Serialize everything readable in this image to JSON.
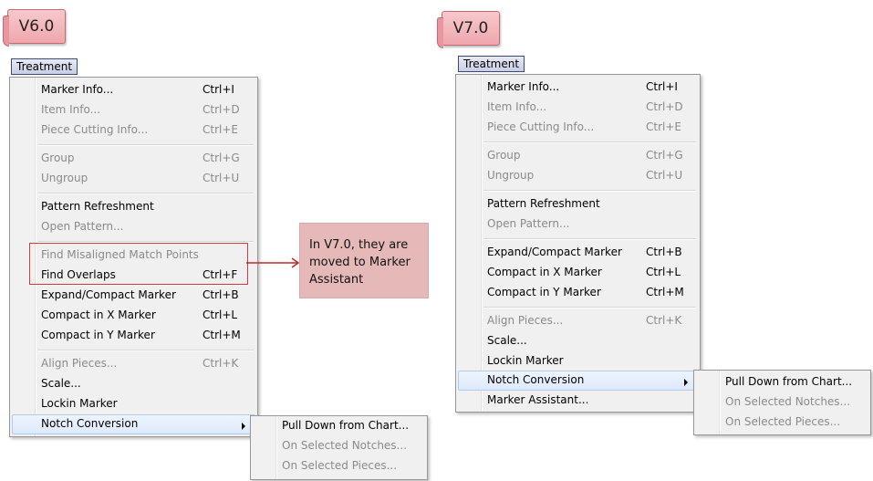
{
  "v6": {
    "tag": "V6.0",
    "menubar": "Treatment",
    "items": [
      {
        "label": "Marker Info...",
        "sc": "Ctrl+I",
        "dis": false
      },
      {
        "label": "Item Info...",
        "sc": "Ctrl+D",
        "dis": true
      },
      {
        "label": "Piece Cutting Info...",
        "sc": "Ctrl+E",
        "dis": true
      },
      {
        "label": "Group",
        "sc": "Ctrl+G",
        "dis": true
      },
      {
        "label": "Ungroup",
        "sc": "Ctrl+U",
        "dis": true
      },
      {
        "label": "Pattern Refreshment",
        "sc": "",
        "dis": false
      },
      {
        "label": "Open Pattern...",
        "sc": "",
        "dis": true
      },
      {
        "label": "Find Misaligned Match Points",
        "sc": "",
        "dis": true
      },
      {
        "label": "Find Overlaps",
        "sc": "Ctrl+F",
        "dis": false
      },
      {
        "label": "Expand/Compact Marker",
        "sc": "Ctrl+B",
        "dis": false
      },
      {
        "label": "Compact in X Marker",
        "sc": "Ctrl+L",
        "dis": false
      },
      {
        "label": "Compact in Y Marker",
        "sc": "Ctrl+M",
        "dis": false
      },
      {
        "label": "Align Pieces...",
        "sc": "Ctrl+K",
        "dis": true
      },
      {
        "label": "Scale...",
        "sc": "",
        "dis": false
      },
      {
        "label": "Lockin Marker",
        "sc": "",
        "dis": false
      },
      {
        "label": "Notch Conversion",
        "sc": "",
        "dis": false
      }
    ],
    "submenu": [
      {
        "label": "Pull Down from Chart...",
        "dis": false
      },
      {
        "label": "On Selected Notches...",
        "dis": true
      },
      {
        "label": "On Selected Pieces...",
        "dis": true
      }
    ]
  },
  "v7": {
    "tag": "V7.0",
    "menubar": "Treatment",
    "items": [
      {
        "label": "Marker Info...",
        "sc": "Ctrl+I",
        "dis": false
      },
      {
        "label": "Item Info...",
        "sc": "Ctrl+D",
        "dis": true
      },
      {
        "label": "Piece Cutting Info...",
        "sc": "Ctrl+E",
        "dis": true
      },
      {
        "label": "Group",
        "sc": "Ctrl+G",
        "dis": true
      },
      {
        "label": "Ungroup",
        "sc": "Ctrl+U",
        "dis": true
      },
      {
        "label": "Pattern Refreshment",
        "sc": "",
        "dis": false
      },
      {
        "label": "Open Pattern...",
        "sc": "",
        "dis": true
      },
      {
        "label": "Expand/Compact Marker",
        "sc": "Ctrl+B",
        "dis": false
      },
      {
        "label": "Compact in X Marker",
        "sc": "Ctrl+L",
        "dis": false
      },
      {
        "label": "Compact in Y Marker",
        "sc": "Ctrl+M",
        "dis": false
      },
      {
        "label": "Align Pieces...",
        "sc": "Ctrl+K",
        "dis": true
      },
      {
        "label": "Scale...",
        "sc": "",
        "dis": false
      },
      {
        "label": "Lockin Marker",
        "sc": "",
        "dis": false
      },
      {
        "label": "Notch Conversion",
        "sc": "",
        "dis": false
      },
      {
        "label": "Marker Assistant...",
        "sc": "",
        "dis": false
      }
    ],
    "submenu": [
      {
        "label": "Pull Down from Chart...",
        "dis": false
      },
      {
        "label": "On Selected Notches...",
        "dis": true
      },
      {
        "label": "On Selected Pieces...",
        "dis": true
      }
    ]
  },
  "annotation": {
    "text": "In V7.0, they are moved to Marker Assistant",
    "arrow_color": "#c0282d",
    "note_color": "#e6b9b9"
  }
}
